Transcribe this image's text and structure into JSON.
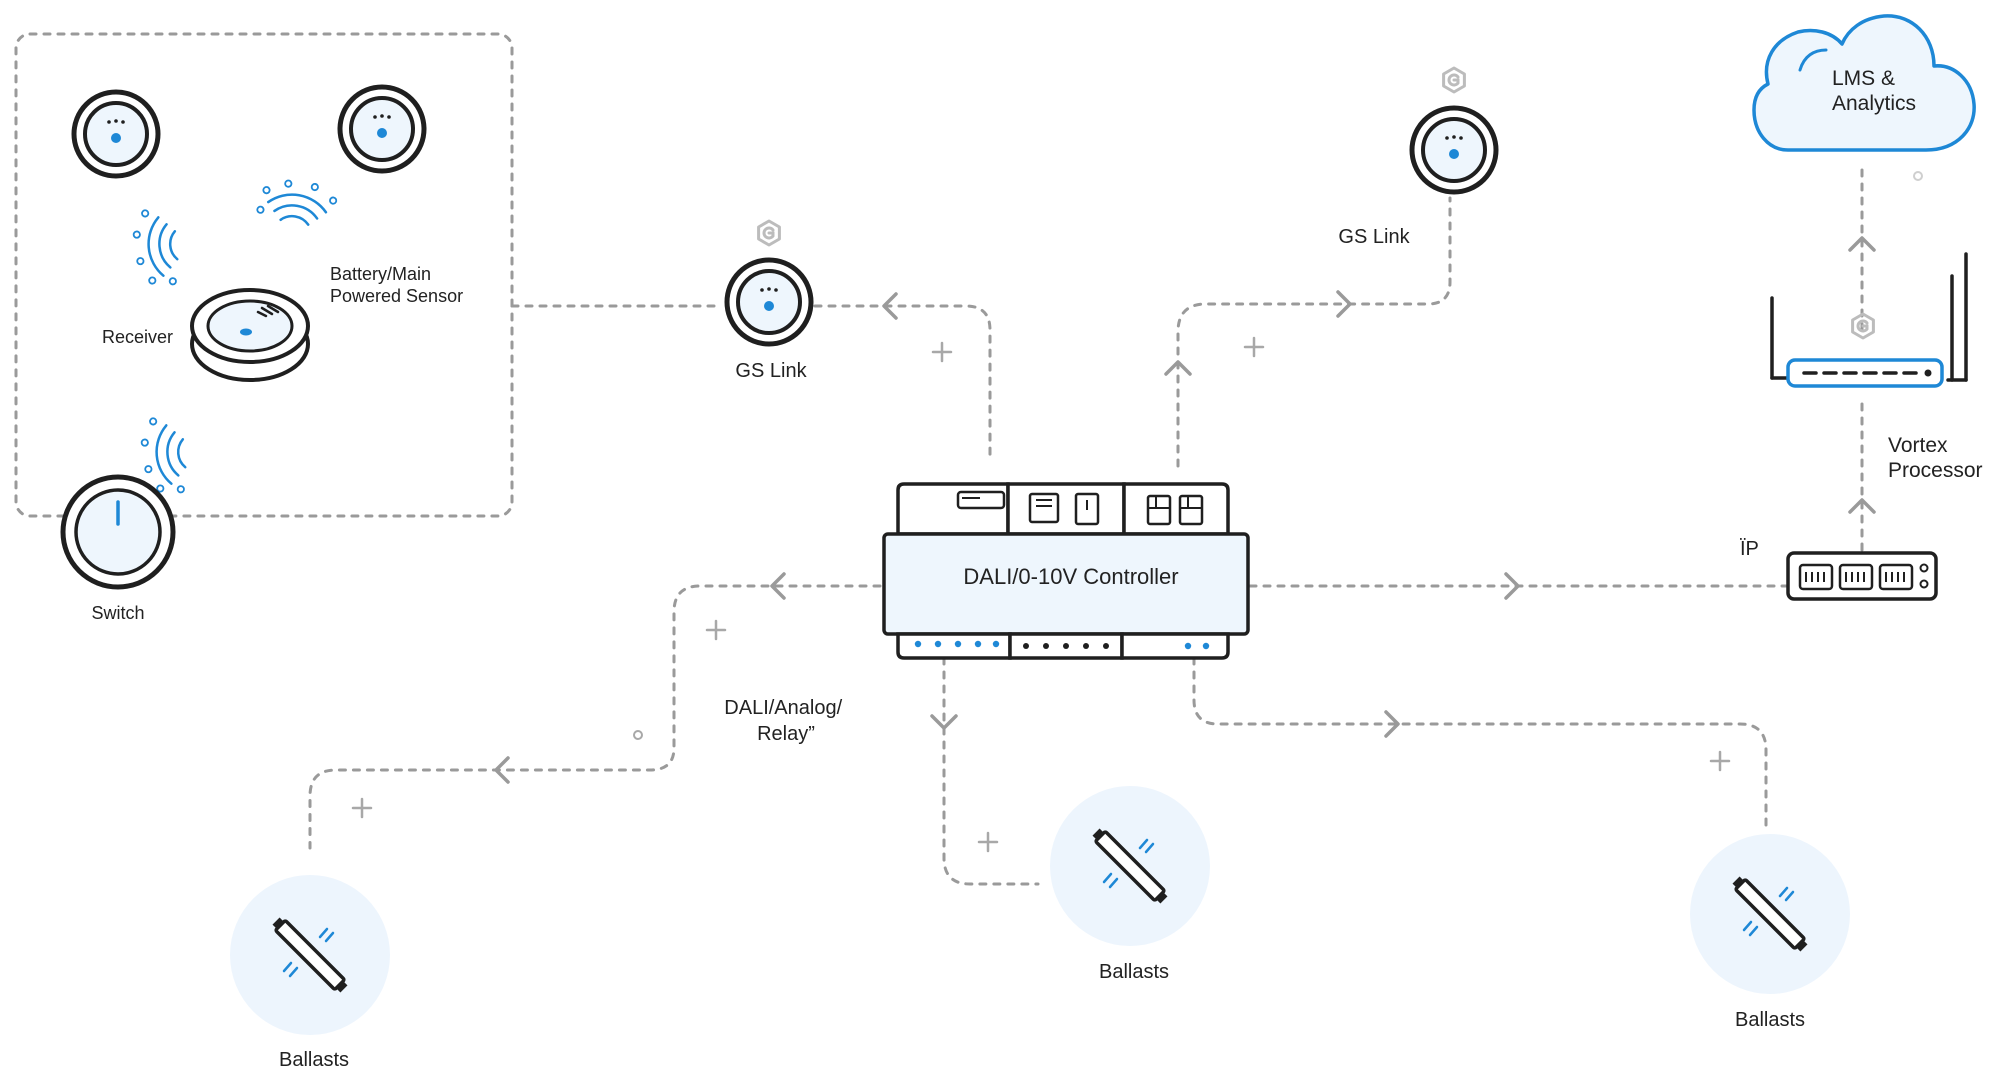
{
  "colors": {
    "line": "#9a9a9a",
    "ink": "#1f1f1f",
    "accent": "#1e88d6",
    "panel": "#eef6fd",
    "halo": "#edf5fd"
  },
  "labels": {
    "receiver": "Receiver",
    "battery_sensor": [
      "Battery/Main",
      "Powered Sensor"
    ],
    "switch": "Switch",
    "gs_link_left": "GS Link",
    "gs_link_right": "GS Link",
    "cloud": [
      "LMS &",
      "Analytics"
    ],
    "vortex": [
      "Vortex",
      "Processor"
    ],
    "ip": "ÏP",
    "controller": "DALI/0-10V Controller",
    "protocol": [
      "DALI/Analog/",
      "Relay”"
    ],
    "ballasts_left": "Ballasts",
    "ballasts_center": "Ballasts",
    "ballasts_right": "Ballasts"
  },
  "icons": {
    "sensor": "ceiling-sensor-icon",
    "receiver": "receiver-puck-icon",
    "switch": "power-switch-icon",
    "wireless": "wireless-signal-icon",
    "badge": "g-hex-badge-icon",
    "cloud": "cloud-icon",
    "router": "router-icon",
    "switch_box": "ethernet-switch-icon",
    "controller": "din-rail-controller-icon",
    "ballast": "fluorescent-tube-icon"
  }
}
